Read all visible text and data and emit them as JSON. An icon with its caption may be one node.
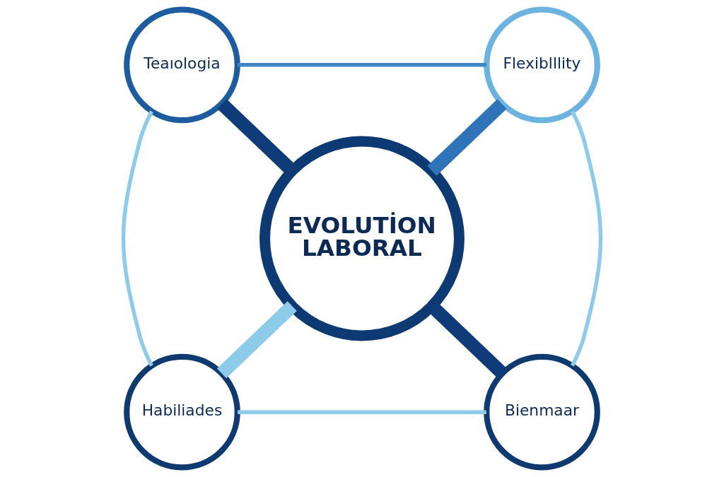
{
  "diagram": {
    "nodes": [
      {
        "text": [
          "Teaıologia"
        ]
      },
      {
        "text": [
          "Flexiblllity"
        ]
      },
      {
        "text": [
          "EVOLUTİON LABORAL"
        ]
      },
      {
        "text": [
          "Habiliades"
        ]
      },
      {
        "text": [
          "Bienmaar"
        ]
      }
    ],
    "edges": [
      {
        "from": 0,
        "to": 1,
        "arrow": "none",
        "color": "#3f86c6"
      },
      {
        "from": 0,
        "to": 2,
        "arrow": "none",
        "style": "thick",
        "color": "#0f3c78"
      },
      {
        "from": 1,
        "to": 2,
        "arrow": "none",
        "style": "thick",
        "color": "#2f74b8"
      },
      {
        "from": 0,
        "to": 3,
        "arrow": "none"
      },
      {
        "from": 1,
        "to": 4,
        "arrow": "none"
      },
      {
        "from": 2,
        "to": 3,
        "arrow": "none",
        "style": "thick"
      },
      {
        "from": 2,
        "to": 4,
        "arrow": "none",
        "style": "thick",
        "color": "#0f3c78"
      },
      {
        "from": 3,
        "to": 4,
        "arrow": "none"
      }
    ]
  }
}
